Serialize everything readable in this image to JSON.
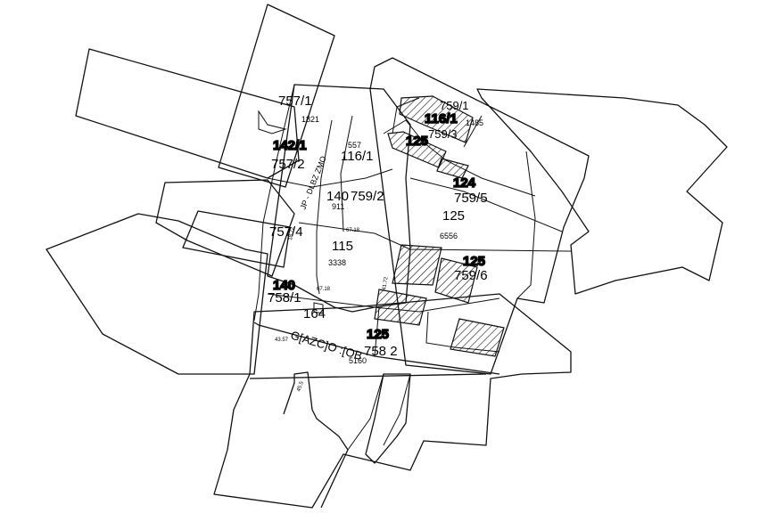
{
  "parcels": {
    "p757_1": "757/1",
    "p1821": "1821",
    "p142_1": "142/1",
    "p757_2": "757/2",
    "p557": "557",
    "p116_1": "116/1",
    "p140_top": "140",
    "p759_2": "759/2",
    "p911": "911",
    "p757_4": "757/4",
    "p115": "115",
    "p3338": "3338",
    "p140_mid": "140",
    "p758_1": "758/1",
    "p164": "164",
    "p125_mid": "125",
    "p758_2": "758 2",
    "p5160": "5160",
    "p759_1": "759/1",
    "p116_top": "116/1",
    "p1485": "1485",
    "p759_3": "759/3",
    "p125_top": "125",
    "p124": "124",
    "p759_5": "759/5",
    "p125_center": "125",
    "p6556": "6556",
    "p125_right": "125",
    "p759_6": "759/6"
  },
  "roads": {
    "road_upper": "JP - DLBZ ZMO",
    "road_lower": "G[AZC]O :[OB"
  },
  "small_marks": {
    "m1": "67.18",
    "m2": "18.72",
    "m3": "67.18",
    "m4": "41.72",
    "m5": "43.57",
    "m6": "45.5"
  }
}
